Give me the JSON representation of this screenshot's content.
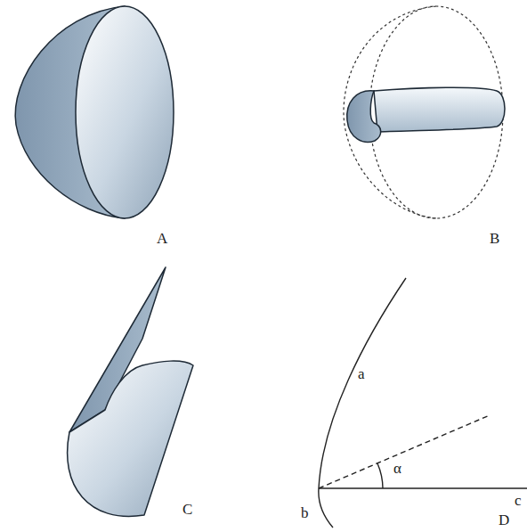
{
  "diagram": {
    "labels": [
      "A",
      "B",
      "C",
      "D",
      "a",
      "α",
      "c",
      "b"
    ]
  }
}
